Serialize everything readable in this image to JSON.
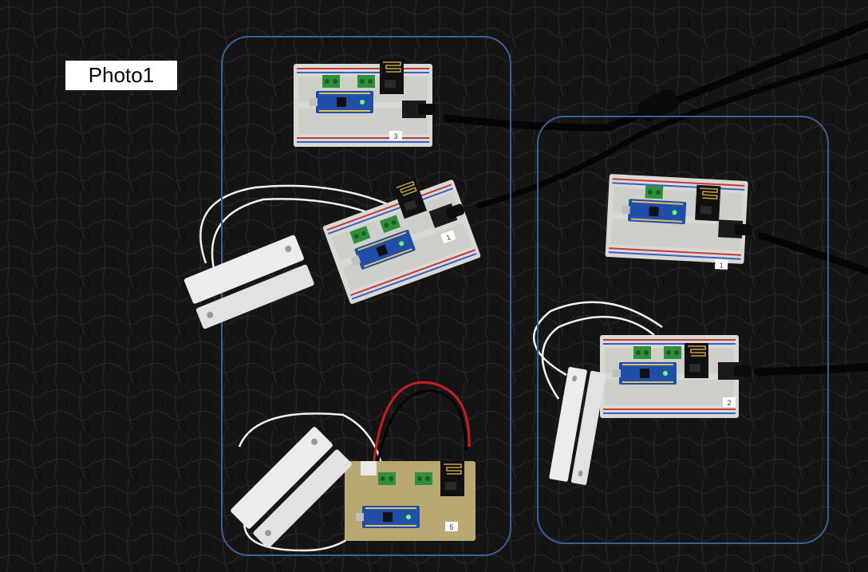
{
  "photo": {
    "label": "Photo1"
  },
  "board_numbers": {
    "top_left": "3",
    "middle_left": "1",
    "bottom_left": "5",
    "top_right": "1",
    "bottom_right": "2"
  },
  "colors": {
    "background": "#141414",
    "group_outline": "#3b5f99",
    "breadboard": "#d9d9d4",
    "arduino_nano": "#1f4fa8",
    "terminal_block": "#2f8f3a",
    "pcb_board": "#b9a872",
    "sensor_white": "#ececec",
    "wire_white": "#f2f2f2",
    "wire_black": "#050505",
    "wire_red": "#c81e1e"
  },
  "icons": [
    "breadboard-icon",
    "arduino-nano-icon",
    "nrf24-radio-module-icon",
    "magnetic-door-sensor-icon",
    "dc-barrel-jack-icon"
  ]
}
